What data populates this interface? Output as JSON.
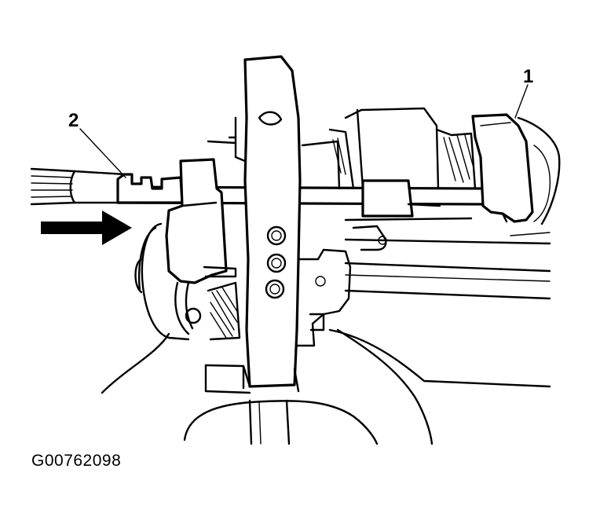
{
  "callouts": {
    "one": "1",
    "two": "2"
  },
  "figure_id": "G00762098",
  "colors": {
    "ink": "#000000",
    "paper": "#ffffff"
  },
  "icons": {
    "direction_arrow": "right-arrow-icon"
  }
}
